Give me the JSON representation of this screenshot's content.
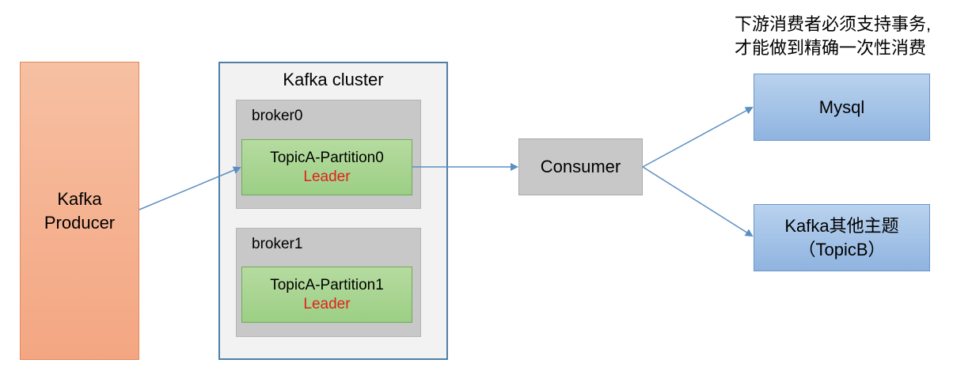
{
  "producer": {
    "line1": "Kafka",
    "line2": "Producer"
  },
  "cluster": {
    "title": "Kafka cluster",
    "brokers": [
      {
        "label": "broker0",
        "partition": "TopicA-Partition0",
        "role": "Leader"
      },
      {
        "label": "broker1",
        "partition": "TopicA-Partition1",
        "role": "Leader"
      }
    ]
  },
  "consumer": {
    "label": "Consumer"
  },
  "targets": {
    "mysql": {
      "label": "Mysql"
    },
    "kafka_other": {
      "line1": "Kafka其他主题",
      "line2": "（TopicB）"
    }
  },
  "note": {
    "line1": "下游消费者必须支持事务,",
    "line2": "才能做到精确一次性消费"
  },
  "colors": {
    "producer_fill": "#f4a682",
    "cluster_border": "#4f7fa6",
    "partition_fill": "#9ccf85",
    "leader_text": "#e0201a",
    "target_fill": "#8fb4e0",
    "arrow": "#5b8fc0"
  }
}
